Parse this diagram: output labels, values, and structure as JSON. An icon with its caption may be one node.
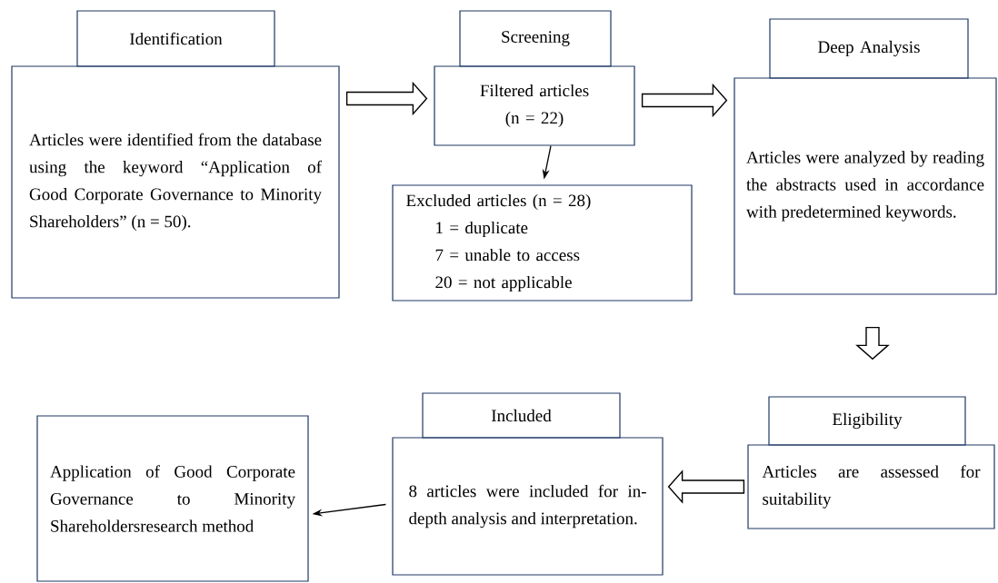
{
  "diagram": {
    "nodes": [
      {
        "text": [
          "Identification"
        ]
      },
      {
        "text": [
          "Articles were identified from the database using the keyword “Application of Good Corporate Governance to Minority Shareholders” (n = 50)."
        ]
      },
      {
        "text": [
          "Screening"
        ]
      },
      {
        "text": [
          "Filtered articles (n = 22)"
        ]
      },
      {
        "text": [
          "Excluded articles (n = 28)",
          "1 = duplicate",
          "7 = unable to access",
          "20 = not applicable"
        ]
      },
      {
        "text": [
          "Deep Analysis"
        ]
      },
      {
        "text": [
          "Articles were analyzed by reading the abstracts used in accordance with predetermined keywords."
        ]
      },
      {
        "text": [
          "Eligibility"
        ]
      },
      {
        "text": [
          "Articles are assessed for suitability"
        ]
      },
      {
        "text": [
          "Included"
        ]
      },
      {
        "text": [
          "8 articles were included for in-depth analysis and interpretation."
        ]
      },
      {
        "text": [
          "Application of Good Corporate Governance to Minority Shareholdersresearch method"
        ]
      }
    ],
    "edges": [
      {
        "from": 1,
        "to": 3,
        "arrow": "to",
        "style": "thick"
      },
      {
        "from": 3,
        "to": 6,
        "arrow": "to",
        "style": "thick"
      },
      {
        "from": 3,
        "to": 4,
        "arrow": "to"
      },
      {
        "from": 6,
        "to": 7,
        "arrow": "to",
        "style": "thick"
      },
      {
        "from": 8,
        "to": 10,
        "arrow": "to",
        "style": "thick"
      },
      {
        "from": 10,
        "to": 11,
        "arrow": "to"
      }
    ]
  }
}
